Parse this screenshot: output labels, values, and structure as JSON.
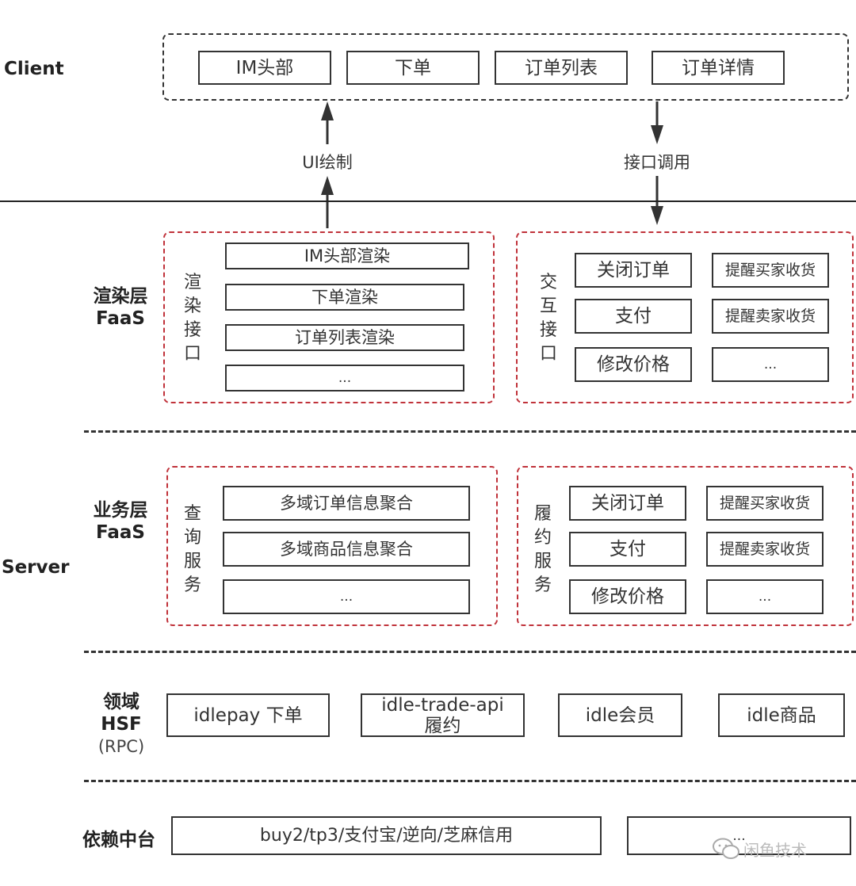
{
  "layers": {
    "client": "Client",
    "render": [
      "渲染层",
      "FaaS"
    ],
    "business": [
      "业务层",
      "FaaS"
    ],
    "server": "Server",
    "domain": [
      "领域",
      "HSF",
      "(RPC)"
    ],
    "dependency": "依赖中台"
  },
  "client_boxes": [
    "IM头部",
    "下单",
    "订单列表",
    "订单详情"
  ],
  "arrows": {
    "ui_draw": "UI绘制",
    "api_call": "接口调用"
  },
  "render_layer": {
    "left_title": [
      "渲",
      "染",
      "接",
      "口"
    ],
    "left_items": [
      "IM头部渲染",
      "下单渲染",
      "订单列表渲染",
      "..."
    ],
    "right_title": [
      "交",
      "互",
      "接",
      "口"
    ],
    "right_col1": [
      "关闭订单",
      "支付",
      "修改价格"
    ],
    "right_col2": [
      "提醒买家收货",
      "提醒卖家收货",
      "..."
    ]
  },
  "business_layer": {
    "left_title": [
      "查",
      "询",
      "服",
      "务"
    ],
    "left_items": [
      "多域订单信息聚合",
      "多域商品信息聚合",
      "..."
    ],
    "right_title": [
      "履",
      "约",
      "服",
      "务"
    ],
    "right_col1": [
      "关闭订单",
      "支付",
      "修改价格"
    ],
    "right_col2": [
      "提醒买家收货",
      "提醒卖家收货",
      "..."
    ]
  },
  "domain_boxes": [
    "idlepay 下单",
    "idle-trade-api",
    "履约",
    "idle会员",
    "idle商品"
  ],
  "dependency_boxes": [
    "buy2/tp3/支付宝/逆向/芝麻信用",
    "..."
  ],
  "watermark": "闲鱼技术"
}
